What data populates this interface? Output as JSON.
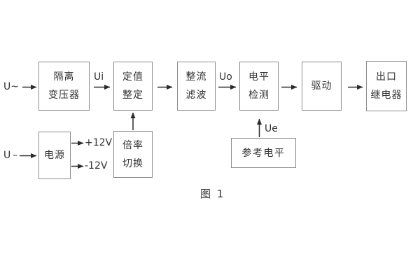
{
  "diagram": {
    "caption": "图 1",
    "blocks": {
      "isolation_transformer": {
        "line1": "隔离",
        "line2": "变压器"
      },
      "setting_adjust": {
        "line1": "定值",
        "line2": "整定"
      },
      "rectifier_filter": {
        "line1": "整流",
        "line2": "滤波"
      },
      "level_detect": {
        "line1": "电平",
        "line2": "检测"
      },
      "drive": {
        "line1": "驱动"
      },
      "output_relay": {
        "line1": "出口",
        "line2": "继电器"
      },
      "power_supply": {
        "line1": "电源"
      },
      "multiplier_switch": {
        "line1": "倍率",
        "line2": "切换"
      },
      "reference_level": {
        "line1": "参考电平"
      }
    },
    "signals": {
      "input_ac": "U~",
      "input_dc": "U–",
      "ui": "Ui",
      "uo": "Uo",
      "ue": "Ue",
      "plus12v": "+12V",
      "minus12v": "-12V"
    },
    "colors": {
      "background": "#ffffff",
      "box_border": "#8a8a8a",
      "text": "#333333",
      "arrow": "#2b2b2b"
    }
  }
}
